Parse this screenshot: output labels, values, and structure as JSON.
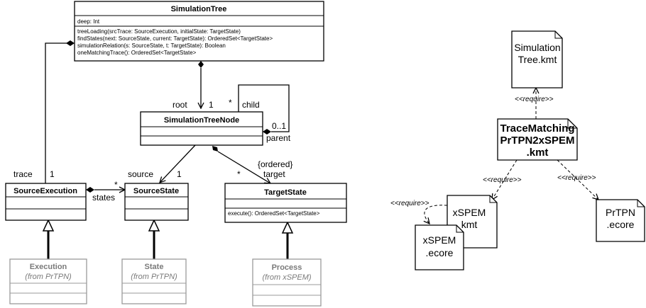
{
  "uml": {
    "simulation_tree": {
      "name": "SimulationTree",
      "attributes": [
        "deep: Int"
      ],
      "operations": [
        "treeLoading(srcTrace: SourceExecution, initialState: TargetState)",
        "findStates(next: SourceState, current: TargetState): OrderedSet<TargetState>",
        "simulationRelation(s: SourceState, t: TargetState): Boolean",
        "oneMatchingTrace(): OrderedSet<TargetState>"
      ]
    },
    "simulation_tree_node": {
      "name": "SimulationTreeNode"
    },
    "source_execution": {
      "name": "SourceExecution"
    },
    "source_state": {
      "name": "SourceState"
    },
    "target_state": {
      "name": "TargetState",
      "operations": [
        "execute(): OrderedSet<TargetState>"
      ]
    },
    "execution": {
      "name": "Execution",
      "from": "(from PrTPN)"
    },
    "state": {
      "name": "State",
      "from": "(from PrTPN)"
    },
    "process": {
      "name": "Process",
      "from": "(from xSPEM)"
    },
    "roles": {
      "root": "root",
      "root_mult": "1",
      "child_mult": "*",
      "child": "child",
      "parent_mult": "0..1",
      "parent": "parent",
      "source": "source",
      "source_mult": "1",
      "ordered": "{ordered}",
      "target_mult": "*",
      "target": "target",
      "trace": "trace",
      "trace_mult": "1",
      "states_mult": "*",
      "states": "states"
    }
  },
  "files": {
    "simulation_tree": [
      "Simulation",
      "Tree.kmt"
    ],
    "trace_matching": [
      "TraceMatching",
      "PrTPN2xSPEM",
      ".kmt"
    ],
    "xspem_kmt": [
      "xSPEM",
      "kmt"
    ],
    "xspem_ecore": [
      "xSPEM",
      ".ecore"
    ],
    "prtpn_ecore": [
      "PrTPN",
      ".ecore"
    ],
    "require_label": "<<require>>"
  }
}
